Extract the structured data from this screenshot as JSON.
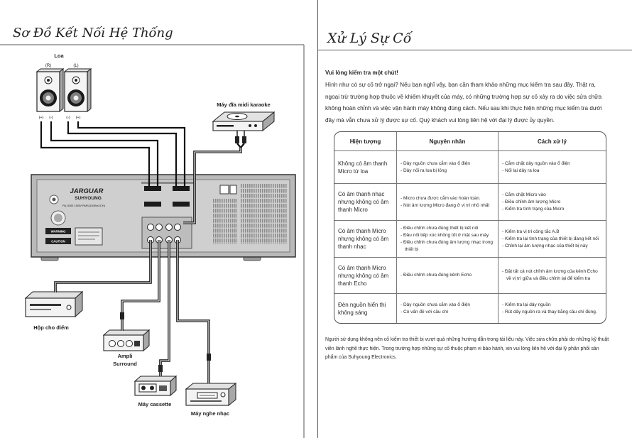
{
  "left_page": {
    "title": "Sơ Đồ Kết Nối Hệ Thống",
    "diagram": {
      "speakers_label": "Loa",
      "speaker_right_label": "(R)",
      "speaker_left_label": "(L)",
      "terminals": [
        "(+)",
        "(-)",
        "(-)",
        "(+)"
      ],
      "karaoke_player": "Máy đĩa midi karaoke",
      "amplifier": {
        "brand": "JARGUAR",
        "maker": "SUHYOUNG",
        "model": "PA-3000  150W RMS(150Wx2CH)",
        "warning": "WARNING",
        "caution": "CAUTION"
      },
      "scoring_box": "Hộp cho điểm",
      "surround_amp": [
        "Ampli",
        "Surround"
      ],
      "cassette": "Máy cassette",
      "music_player": "Máy nghe nhạc"
    }
  },
  "right_page": {
    "title": "Xử Lý Sự Cố",
    "heading": "Vui lòng kiểm tra một chút!",
    "intro": "Hình như có sự cố trở ngại? Nếu bạn nghĩ vậy, bạn cần tham khảo những mục kiểm tra sau đây. Thật ra, ngoại trừ trường hợp thuộc về khiếm khuyết của máy, có những trường hợp sự cố xảy ra do việc sửa chữa không hoàn chỉnh và việc vận hành máy không đúng cách. Nếu sau khi thực hiện những mục kiểm tra dưới đây mà vẫn chưa xử lý được sự cố. Quý khách vui lòng liên hệ với đại lý được ủy quyền.",
    "table": {
      "headers": [
        "Hiện tượng",
        "Nguyên nhân",
        "Cách xử lý"
      ],
      "rows": [
        {
          "symptom": "Không có âm thanh Micro từ loa",
          "causes": [
            "- Dây nguồn chưa cắm vào ổ điện",
            "- Dây nối ra loa bị lỏng"
          ],
          "fixes": [
            "- Cắm chặt dây nguồn vào ổ điện",
            "- Nối lại dây ra loa"
          ]
        },
        {
          "symptom": "Có âm thanh nhạc nhưng không có âm thanh Micro",
          "causes": [
            "- Micro chưa được cắm vào hoàn toàn.",
            "- Nút âm lượng Micro đang ở vị trí nhỏ nhất"
          ],
          "fixes": [
            "- Cắm chặt Micro vào",
            "- Điều chỉnh âm lượng Micro",
            "- Kiểm tra tình trạng của Micro"
          ]
        },
        {
          "symptom": "Có âm thanh Micro nhưng không có âm thanh nhạc",
          "causes": [
            "- Điều chỉnh chưa đúng thiết bị kết nối",
            "- Đầu nối tiếp xúc không tốt ở mặt sau máy",
            "- Điều chỉnh chưa đúng âm lượng nhạc trong thiết bị"
          ],
          "fixes": [
            "- Kiểm tra vị trí công tắc A.B",
            "- Kiểm tra lại tình trạng của thiết bị đang kết nối",
            "- Chỉnh lại âm lượng nhạc của thiết bị này"
          ]
        },
        {
          "symptom": "Có âm thanh Micro nhưng không có âm thanh Echo",
          "causes": [
            "- Điều chỉnh chưa đúng kênh Echo"
          ],
          "fixes": [
            "- Đặt tất cả nút chỉnh âm lượng của kênh Echo về vị trí giữa và điều chỉnh lại để kiểm tra"
          ]
        },
        {
          "symptom": "Đèn nguồn hiển thị không sáng",
          "causes": [
            "- Dây nguồn chưa cắm vào ổ điện",
            "- Có vấn đề với cầu chì"
          ],
          "fixes": [
            "- Kiểm tra lại dây nguồn",
            "- Rút dây nguồn ra và thay bằng cầu chì đúng."
          ]
        }
      ]
    },
    "note": "Người sử dụng không nên cố kiểm tra thiết bị vượt quá những hướng dẫn trong tài liệu này. Việc sửa chữa phải do những kỹ thuật viên lành nghề thực hiện. Trong trường hợp những sự cố thuộc phạm vi bảo hành, xin vui lòng liên hệ với đại lý phân phối sản phẩm của Suhyoung Electronics."
  },
  "colors": {
    "paper": "#ffffff",
    "ink": "#222222",
    "panel": "#b9b9b9",
    "rule": "#555555"
  }
}
